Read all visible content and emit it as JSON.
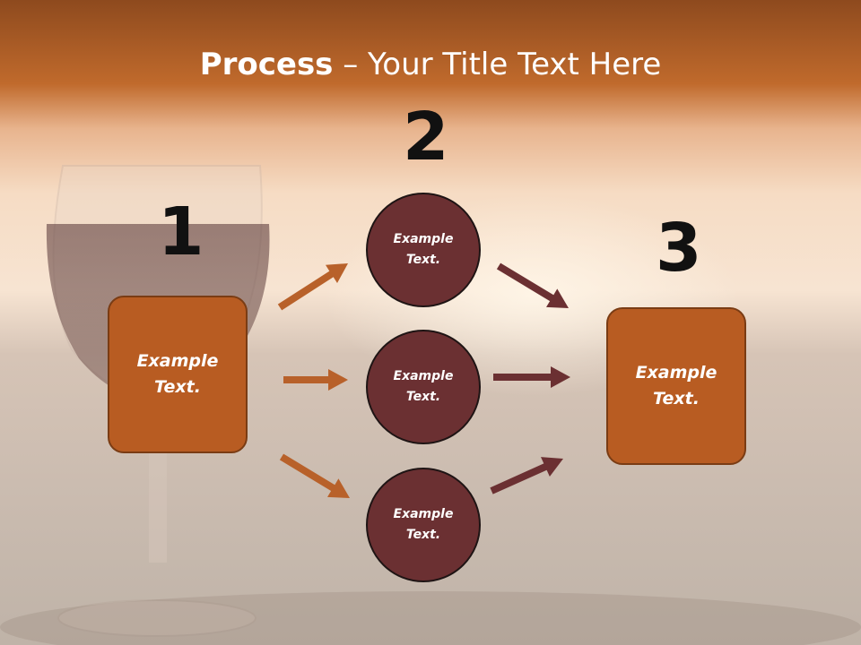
{
  "title": {
    "bold": "Process",
    "rest": " – Your Title Text Here"
  },
  "steps": [
    {
      "number": "1",
      "text": "Example\nText."
    },
    {
      "number": "2",
      "text": "Example\nText."
    },
    {
      "number": "3",
      "text": "Example\nText."
    }
  ],
  "circles": [
    {
      "text": "Example\nText."
    },
    {
      "text": "Example\nText."
    },
    {
      "text": "Example\nText."
    }
  ],
  "colors": {
    "box_fill": "#b85c22",
    "circle_fill": "#6b3032",
    "arrow_orange": "#b8612a",
    "arrow_maroon": "#6b3032"
  }
}
